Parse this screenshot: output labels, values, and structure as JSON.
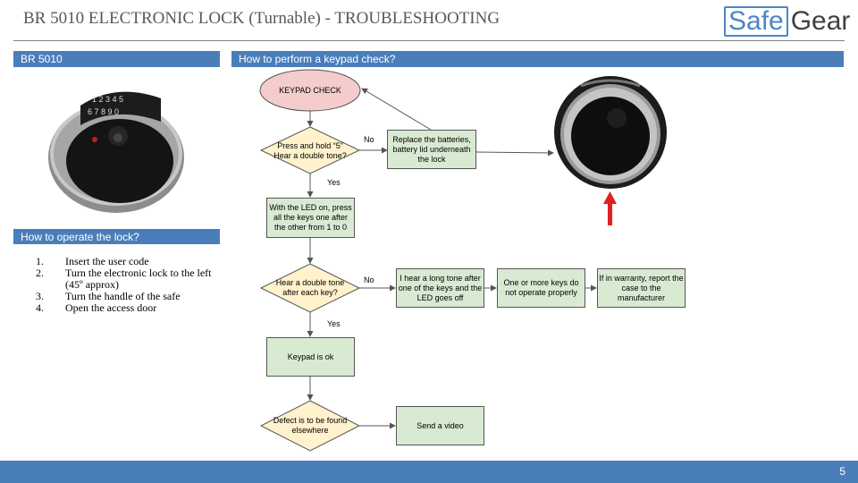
{
  "header": {
    "title": "BR 5010 ELECTRONIC LOCK (Turnable) - TROUBLESHOOTING",
    "logo_left": "Safe",
    "logo_right": "Gear"
  },
  "left": {
    "product_bar": "BR 5010",
    "keypad_digits_top": "1 2 3 4 5",
    "keypad_digits_bottom": "6 7 8 9 0",
    "operate_bar": "How to operate the lock?",
    "steps": [
      {
        "num": "1.",
        "text": "Insert the user code"
      },
      {
        "num": "2.",
        "text": "Turn the electronic lock to the left (45º approx)"
      },
      {
        "num": "3.",
        "text": "Turn the handle of the safe"
      },
      {
        "num": "4.",
        "text": "Open the access door"
      }
    ]
  },
  "right": {
    "check_bar": "How to perform a keypad check?"
  },
  "flow": {
    "start": "KEYPAD CHECK",
    "d1": "Press and hold “5” Hear a double tone?",
    "batteries": "Replace the batteries, battery lid underneath the lock",
    "led": "With the LED on, press all the keys one after the other from 1 to 0",
    "d2": "Hear a double tone after each key?",
    "long_tone": "I hear a long tone after one of the keys and the LED goes off",
    "keys_fail": "One or more keys do not operate properly",
    "warranty": "If in warranty, report the case to the manufacturer",
    "ok": "Keypad is ok",
    "d3": "Defect is to be found elsewhere",
    "video": "Send a video",
    "no1": "No",
    "yes1": "Yes",
    "no2": "No",
    "yes2": "Yes"
  },
  "footer": {
    "page": "5"
  },
  "colors": {
    "bar": "#4a7ebb",
    "box": "#d9ead3",
    "decision": "#fff2cc",
    "start": "#f4cccc",
    "arrow_red": "#e02020"
  }
}
